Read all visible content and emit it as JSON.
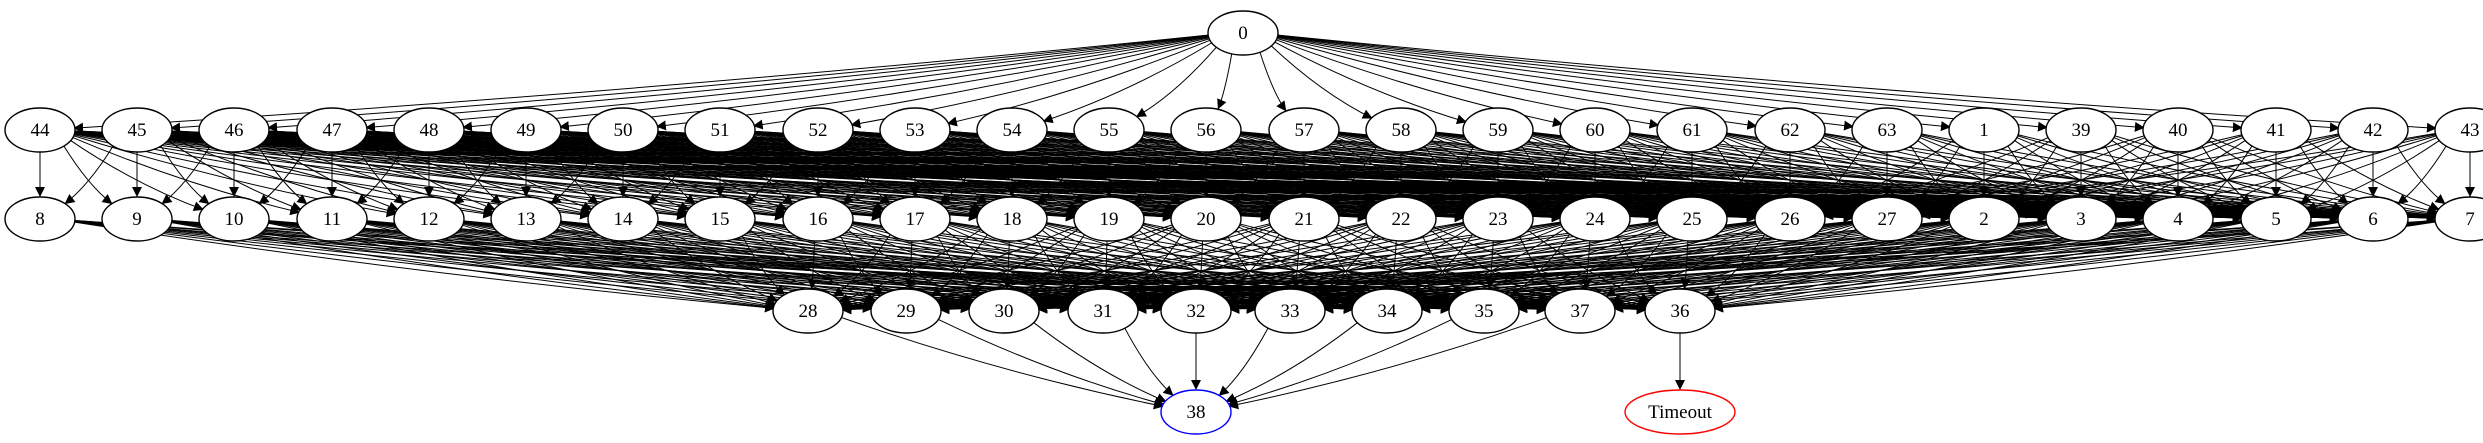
{
  "graph": {
    "root": "0",
    "levels": [
      [
        "0"
      ],
      [
        "44",
        "45",
        "46",
        "47",
        "48",
        "49",
        "50",
        "51",
        "52",
        "53",
        "54",
        "55",
        "56",
        "57",
        "58",
        "59",
        "60",
        "61",
        "62",
        "63",
        "1",
        "39",
        "40",
        "41",
        "42",
        "43"
      ],
      [
        "8",
        "9",
        "10",
        "11",
        "12",
        "13",
        "14",
        "15",
        "16",
        "17",
        "18",
        "19",
        "20",
        "21",
        "22",
        "23",
        "24",
        "25",
        "26",
        "27",
        "2",
        "3",
        "4",
        "5",
        "6",
        "7"
      ],
      [
        "28",
        "29",
        "30",
        "31",
        "32",
        "33",
        "34",
        "35",
        "37",
        "36"
      ],
      [
        "38",
        "Timeout"
      ]
    ],
    "special_nodes": [
      {
        "id": "38",
        "stroke": "#0000ff"
      },
      {
        "id": "Timeout",
        "stroke": "#ff0000"
      }
    ],
    "edge_color": "#000000",
    "node_stroke": "#000000",
    "node_fill": "#ffffff"
  }
}
